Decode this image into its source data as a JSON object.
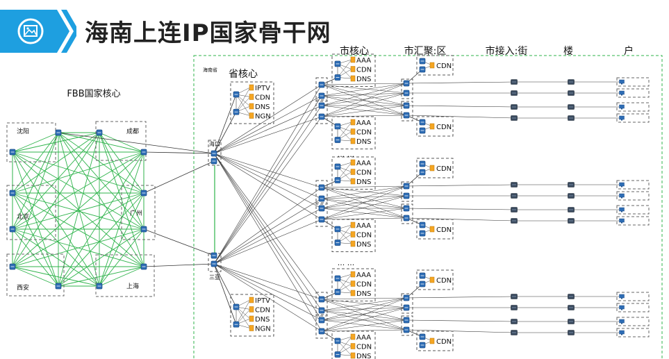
{
  "title": "海南上连IP国家骨干网",
  "fbb": {
    "label": "FBB国家核心",
    "cities": [
      "沈阳",
      "成都",
      "北京",
      "广州",
      "西安",
      "上海"
    ]
  },
  "hainan": {
    "region_label": "海南省",
    "nodes": [
      "海口",
      "三亚"
    ],
    "province_core": "省核心",
    "province_services": [
      "IPTV",
      "CDN",
      "DNS",
      "NGN"
    ]
  },
  "columns": [
    "市核心",
    "市汇聚:区",
    "市接入:街",
    "楼",
    "户"
  ],
  "city_services": [
    "AAA",
    "CDN",
    "DNS"
  ],
  "agg_service": "CDN",
  "ellipsis": "··· ···",
  "colors": {
    "accent": "#1E9FE0",
    "green": "#2DB34A",
    "device": "#2E6DB5",
    "service": "#F5A623",
    "line": "#333333"
  }
}
